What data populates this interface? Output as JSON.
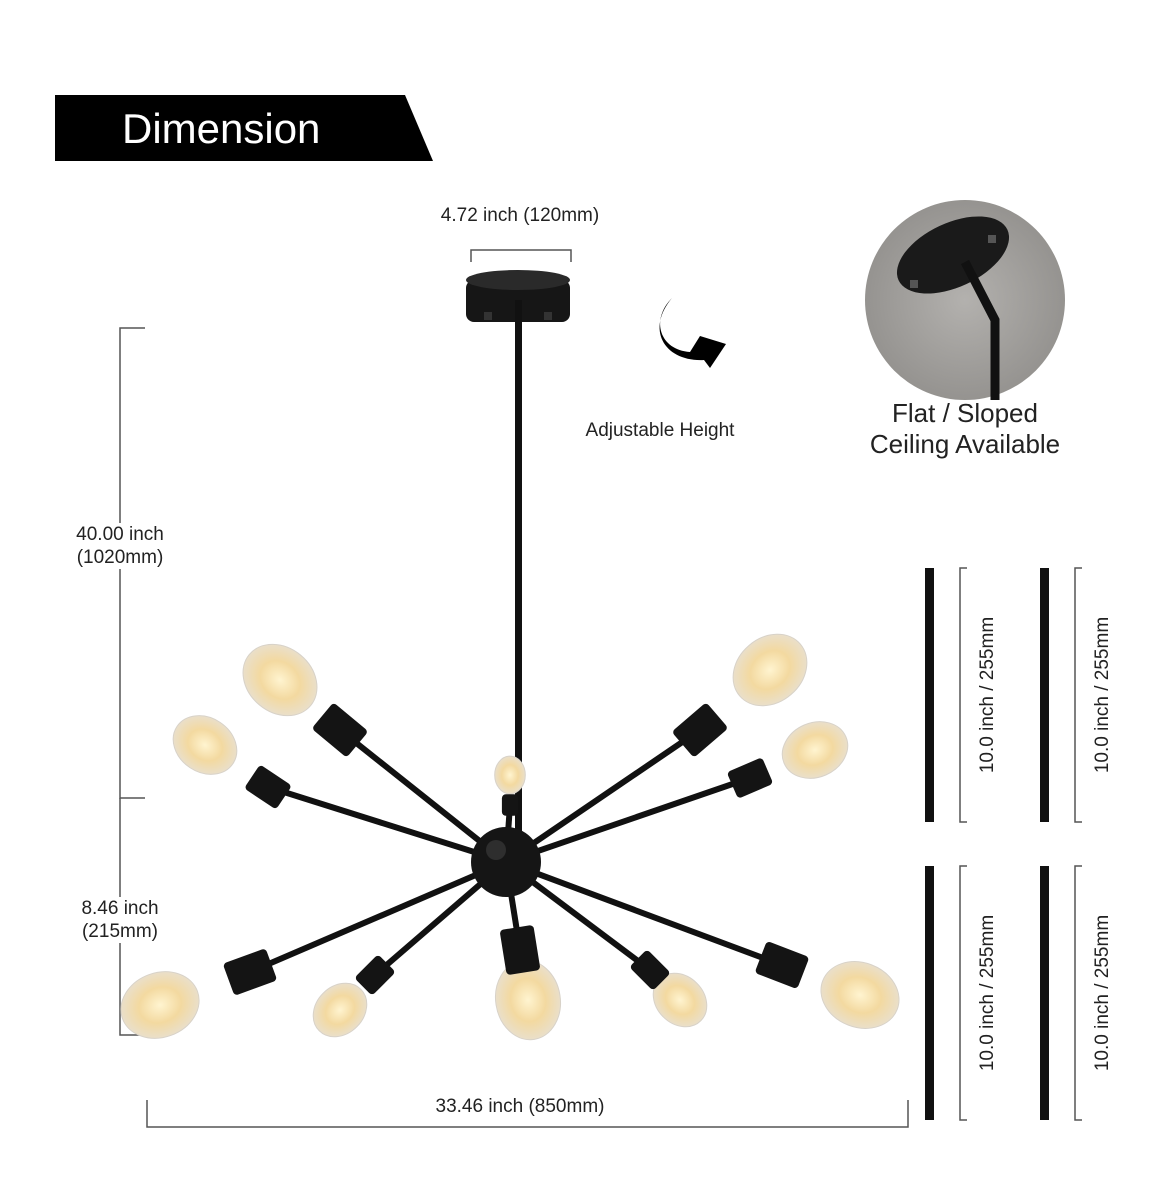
{
  "title": "Dimension",
  "labels": {
    "canopy_width": "4.72 inch (120mm)",
    "adjustable": "Adjustable Height",
    "ceiling_line1": "Flat / Sloped",
    "ceiling_line2": "Ceiling Available",
    "height_line1": "40.00 inch",
    "height_line2": "(1020mm)",
    "body_height_line1": "8.46 inch",
    "body_height_line2": "(215mm)",
    "width": "33.46 inch (850mm)"
  },
  "rods": [
    {
      "label": "10.0 inch / 255mm"
    },
    {
      "label": "10.0 inch / 255mm"
    },
    {
      "label": "10.0 inch / 255mm"
    },
    {
      "label": "10.0 inch / 255mm"
    }
  ],
  "colors": {
    "banner": "#000000",
    "fixture": "#111111",
    "bulb": "#f3d9a0",
    "inset_bg": "#9a9896"
  }
}
